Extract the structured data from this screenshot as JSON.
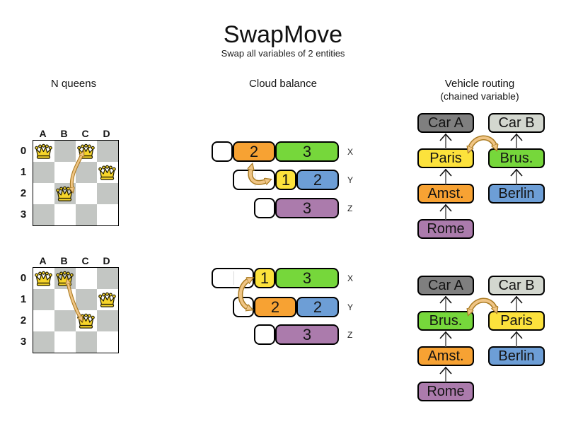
{
  "title": "SwapMove",
  "subtitle": "Swap all variables of 2 entities",
  "palette": {
    "orange": "#f7a233",
    "green": "#76d73b",
    "yellow": "#fce23c",
    "blue": "#6d9ed6",
    "purple": "#ab7bac",
    "car_a_gray": "#7f7f7f",
    "car_b_gray": "#d3d7cf",
    "board_gray": "#c3c6c3",
    "queen_gold": "#f6d42a",
    "swap_arrow_fill": "#f0c585",
    "swap_arrow_outline": "#aa7b22"
  },
  "nqueens": {
    "heading": "N queens",
    "columns": [
      "A",
      "B",
      "C",
      "D"
    ],
    "rows": [
      "0",
      "1",
      "2",
      "3"
    ],
    "before": {
      "queens": [
        {
          "col": "A",
          "row": 0
        },
        {
          "col": "C",
          "row": 0
        },
        {
          "col": "D",
          "row": 1
        },
        {
          "col": "B",
          "row": 2
        }
      ]
    },
    "after": {
      "queens": [
        {
          "col": "A",
          "row": 0
        },
        {
          "col": "B",
          "row": 0
        },
        {
          "col": "D",
          "row": 1
        },
        {
          "col": "C",
          "row": 2
        }
      ]
    }
  },
  "cloud": {
    "heading": "Cloud balance",
    "before": [
      {
        "label": "X",
        "segments": [
          {
            "kind": "empty",
            "units": 1
          },
          {
            "kind": "orange",
            "units": 2,
            "text": "2"
          },
          {
            "kind": "green",
            "units": 3,
            "text": "3"
          }
        ]
      },
      {
        "label": "Y",
        "segments": [
          {
            "kind": "empty",
            "units": 2
          },
          {
            "kind": "yellow",
            "units": 1,
            "text": "1"
          },
          {
            "kind": "blue",
            "units": 2,
            "text": "2"
          }
        ]
      },
      {
        "label": "Z",
        "segments": [
          {
            "kind": "empty",
            "units": 1
          },
          {
            "kind": "purple",
            "units": 3,
            "text": "3"
          }
        ]
      }
    ],
    "after": [
      {
        "label": "X",
        "segments": [
          {
            "kind": "empty",
            "units": 2
          },
          {
            "kind": "yellow",
            "units": 1,
            "text": "1"
          },
          {
            "kind": "green",
            "units": 3,
            "text": "3"
          }
        ]
      },
      {
        "label": "Y",
        "segments": [
          {
            "kind": "empty",
            "units": 1
          },
          {
            "kind": "orange",
            "units": 2,
            "text": "2"
          },
          {
            "kind": "blue",
            "units": 2,
            "text": "2"
          }
        ]
      },
      {
        "label": "Z",
        "segments": [
          {
            "kind": "empty",
            "units": 1
          },
          {
            "kind": "purple",
            "units": 3,
            "text": "3"
          }
        ]
      }
    ]
  },
  "vehicle": {
    "heading": "Vehicle routing",
    "subheading": "(chained variable)",
    "before": {
      "left": [
        {
          "label": "Car A",
          "kind": "car_a"
        },
        {
          "label": "Paris",
          "kind": "yellow"
        },
        {
          "label": "Amst.",
          "kind": "orange"
        },
        {
          "label": "Rome",
          "kind": "purple"
        }
      ],
      "right": [
        {
          "label": "Car B",
          "kind": "car_b"
        },
        {
          "label": "Brus.",
          "kind": "green"
        },
        {
          "label": "Berlin",
          "kind": "blue"
        }
      ]
    },
    "after": {
      "left": [
        {
          "label": "Car A",
          "kind": "car_a"
        },
        {
          "label": "Brus.",
          "kind": "green"
        },
        {
          "label": "Amst.",
          "kind": "orange"
        },
        {
          "label": "Rome",
          "kind": "purple"
        }
      ],
      "right": [
        {
          "label": "Car B",
          "kind": "car_b"
        },
        {
          "label": "Paris",
          "kind": "yellow"
        },
        {
          "label": "Berlin",
          "kind": "blue"
        }
      ]
    }
  }
}
